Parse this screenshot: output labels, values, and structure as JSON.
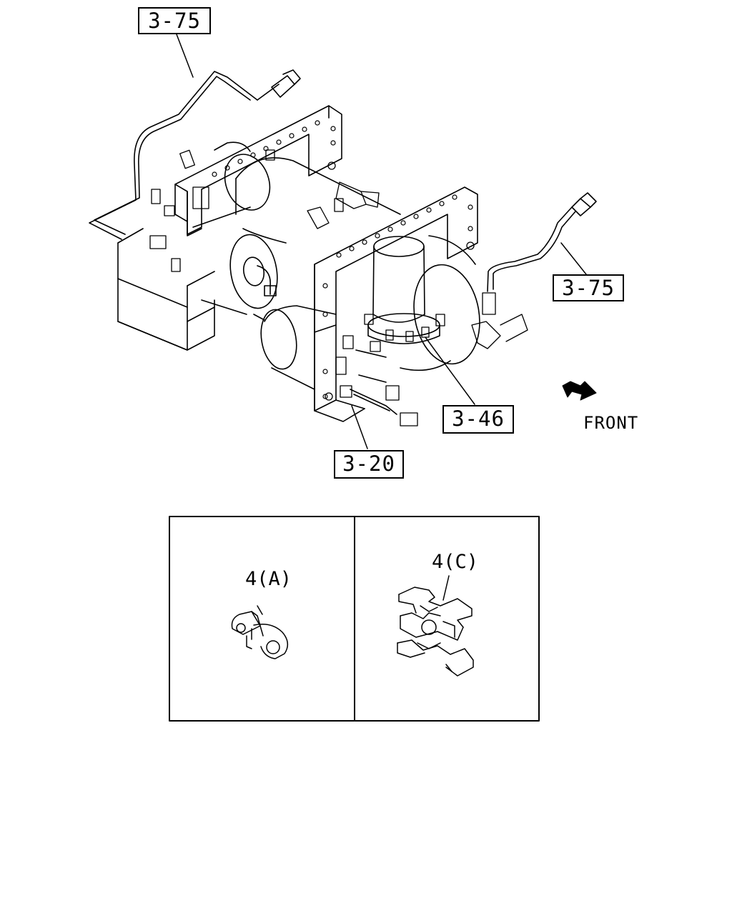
{
  "callouts": {
    "top_left": "3-75",
    "right": "3-75",
    "center": "3-46",
    "bottom": "3-20"
  },
  "direction": {
    "label": "FRONT",
    "icon": "arrow-icon"
  },
  "detail_panels": [
    {
      "label": "4(A)",
      "icon": "clip-icon"
    },
    {
      "label": "4(C)",
      "icon": "bracket-clip-icon"
    }
  ],
  "colors": {
    "line": "#000000",
    "background": "#ffffff"
  }
}
